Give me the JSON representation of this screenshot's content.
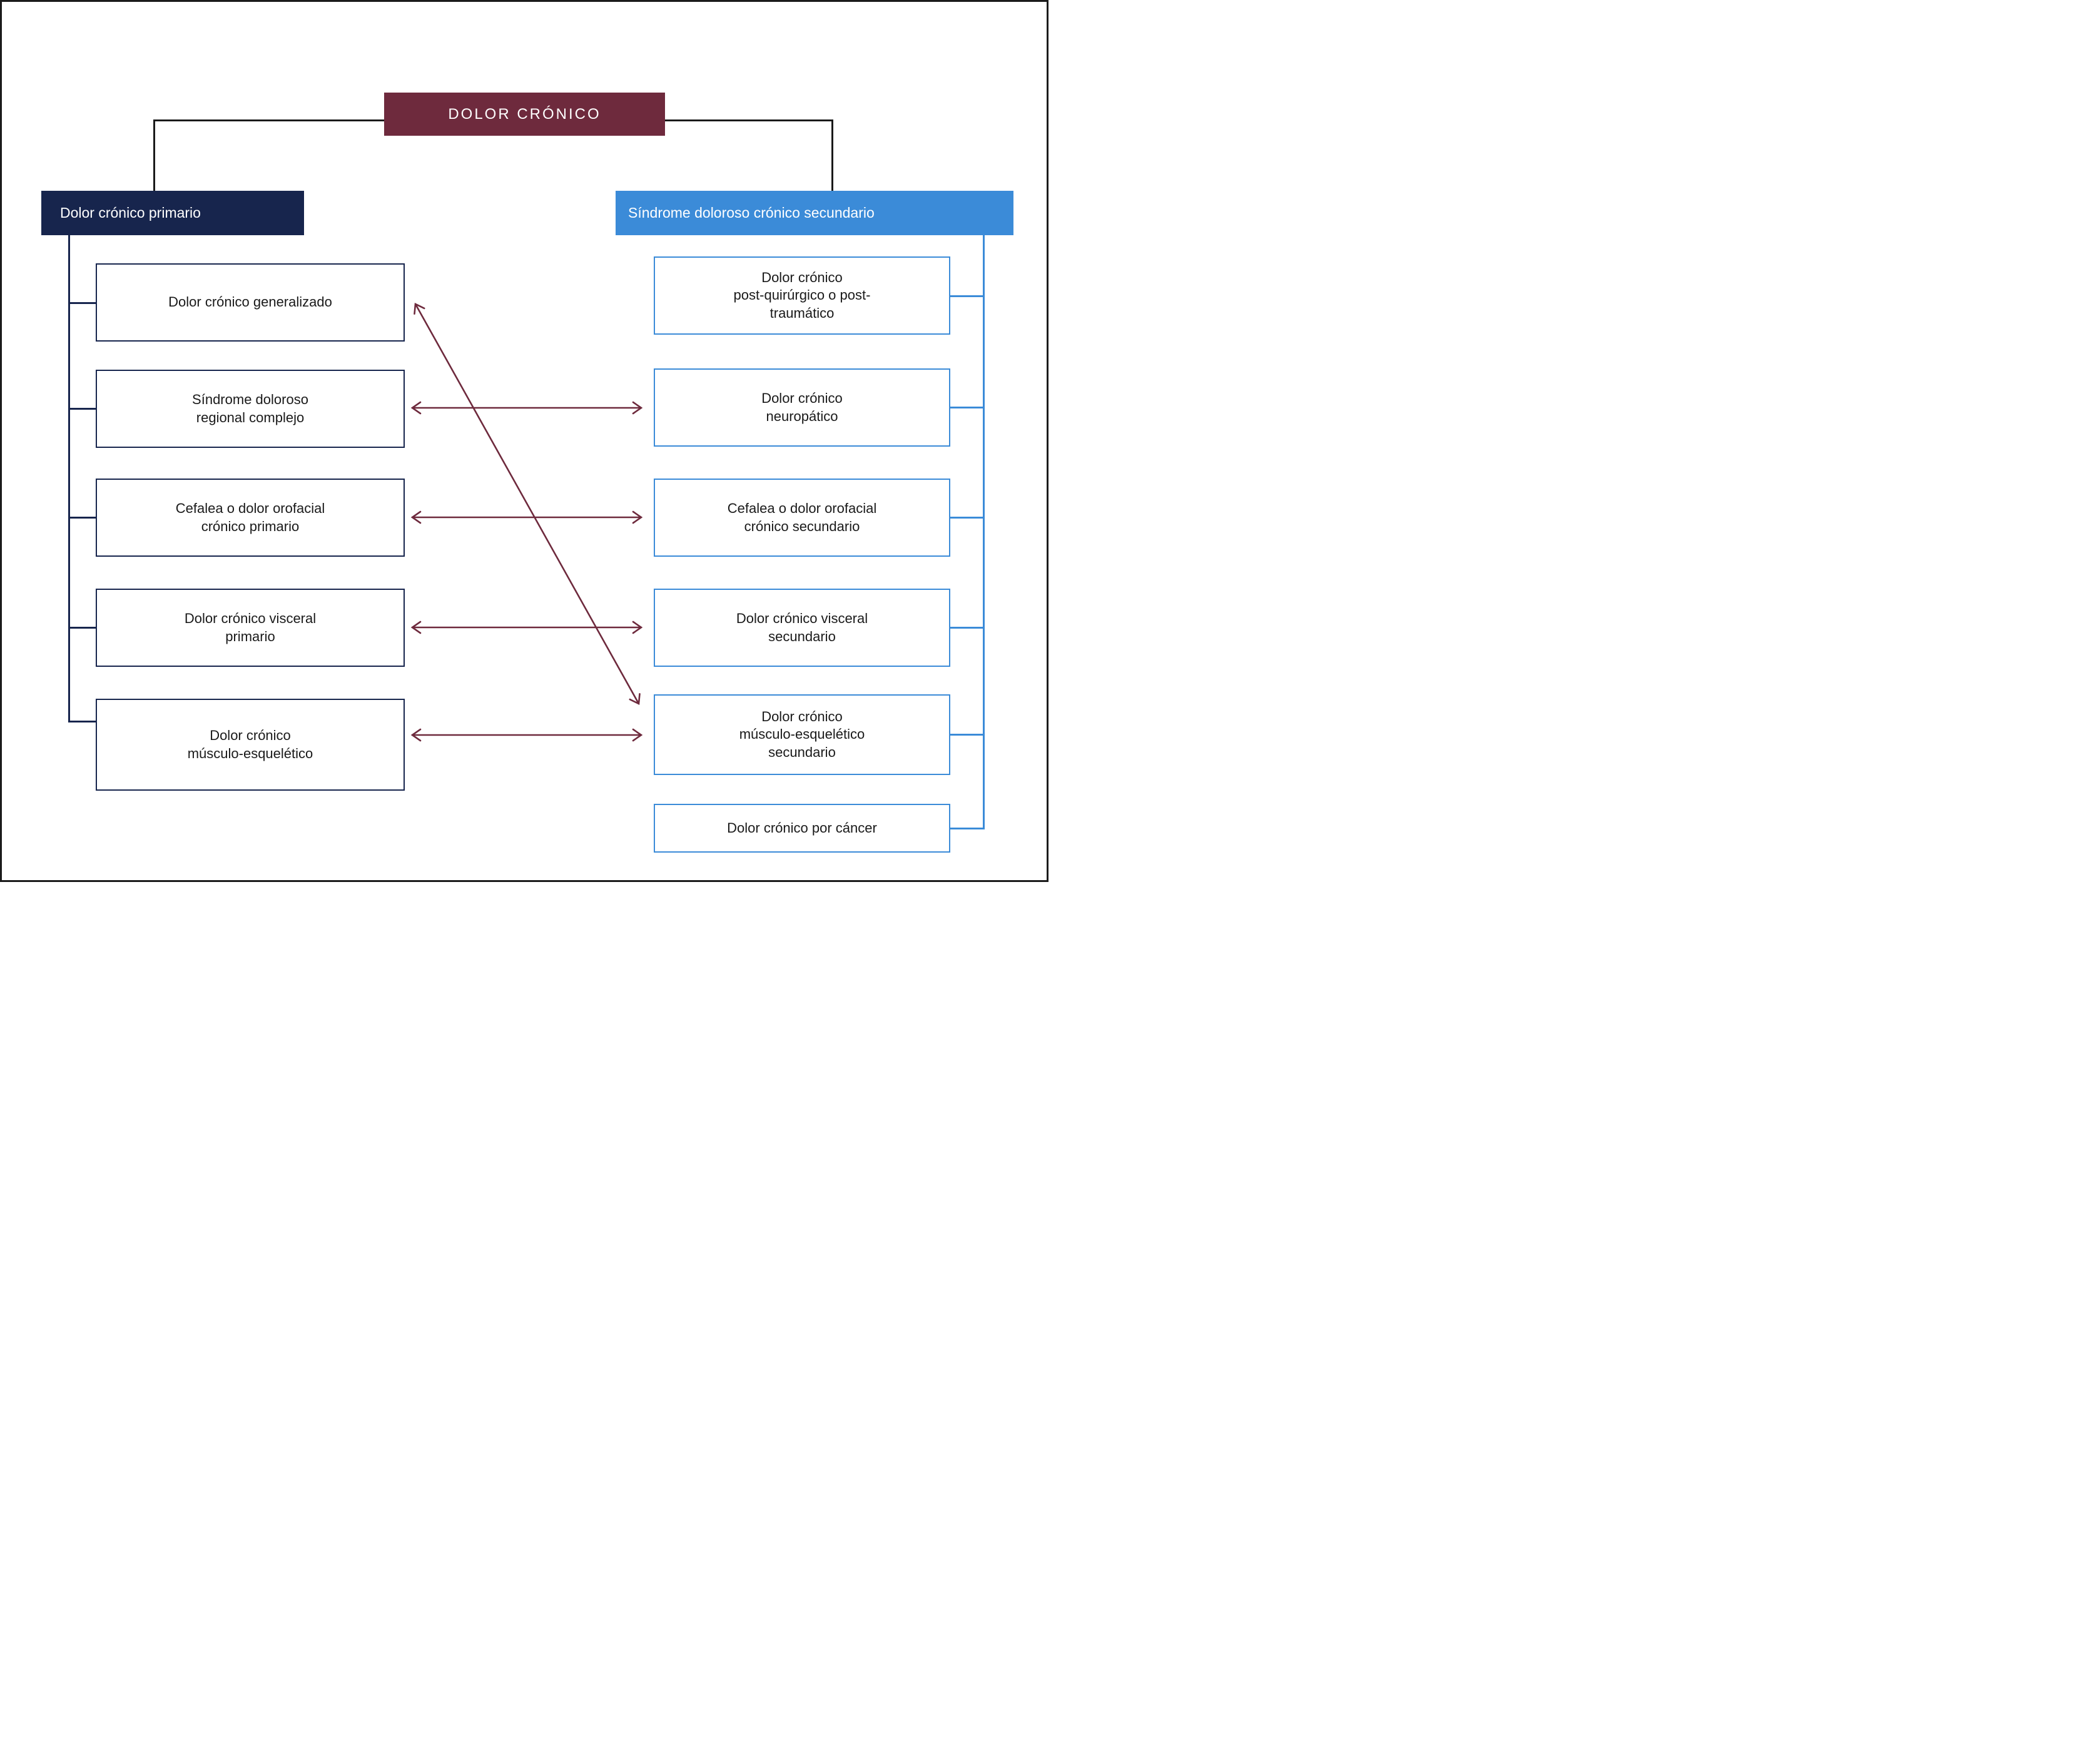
{
  "title": {
    "label": "DOLOR CRÓNICO"
  },
  "left": {
    "header": "Dolor crónico primario",
    "boxes": [
      {
        "label": "Dolor crónico generalizado"
      },
      {
        "label": "Síndrome doloroso\nregional complejo"
      },
      {
        "label": "Cefalea o dolor orofacial\ncrónico primario"
      },
      {
        "label": "Dolor crónico visceral\nprimario"
      },
      {
        "label": "Dolor crónico\nmúsculo-esquelético"
      }
    ]
  },
  "right": {
    "header": "Síndrome doloroso crónico secundario",
    "boxes": [
      {
        "label": "Dolor crónico\npost-quirúrgico o post-\ntraumático"
      },
      {
        "label": "Dolor crónico\nneuropático"
      },
      {
        "label": "Cefalea o dolor orofacial\ncrónico secundario"
      },
      {
        "label": "Dolor crónico visceral\nsecundario"
      },
      {
        "label": "Dolor crónico\nmúsculo-esquelético\nsecundario"
      },
      {
        "label": "Dolor crónico por cáncer"
      }
    ]
  },
  "relations": [
    {
      "from": "Síndrome doloroso regional complejo",
      "to": "Dolor crónico neuropático",
      "type": "double-arrow"
    },
    {
      "from": "Cefalea o dolor orofacial crónico primario",
      "to": "Cefalea o dolor orofacial crónico secundario",
      "type": "double-arrow"
    },
    {
      "from": "Dolor crónico visceral primario",
      "to": "Dolor crónico visceral secundario",
      "type": "double-arrow"
    },
    {
      "from": "Dolor crónico músculo-esquelético",
      "to": "Dolor crónico músculo-esquelético secundario",
      "type": "double-arrow"
    },
    {
      "from": "Dolor crónico generalizado",
      "to": "Dolor crónico músculo-esquelético secundario",
      "type": "double-arrow-diagonal"
    }
  ],
  "colors": {
    "maroon": "#6E2A3D",
    "navy": "#17254D",
    "blue": "#3B8BD8",
    "text": "#1a1a1a"
  }
}
